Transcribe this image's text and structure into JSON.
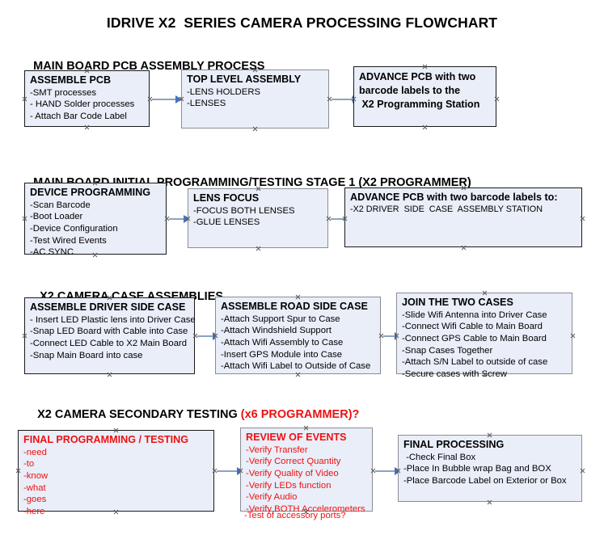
{
  "document": {
    "title": "IDRIVE X2  SERIES CAMERA PROCESSING FLOWCHART"
  },
  "colors": {
    "box_fill": "#e9eef8",
    "border_dark": "#1a1a1a",
    "border_gray": "#8a8d93",
    "accent_red": "#ee1111",
    "arrow_shaft": "#8aa4bf",
    "arrow_head": "#4472c4",
    "text": "#000000"
  },
  "sections": [
    {
      "id": "main-board-pcb-assembly",
      "heading": "MAIN BOARD PCB ASSEMBLY PROCESS",
      "heading_accent": "",
      "nodes": [
        {
          "id": "assemble-pcb",
          "title": "ASSEMBLE PCB",
          "lines": [
            "-SMT processes",
            "- HAND Solder processes",
            "- Attach Bar Code Label"
          ]
        },
        {
          "id": "top-level-assembly",
          "title": "TOP LEVEL ASSEMBLY",
          "lines": [
            "-LENS HOLDERS",
            "-LENSES"
          ]
        },
        {
          "id": "advance-pcb-to-programming-station",
          "title": "",
          "lines": [
            "ADVANCE PCB with two",
            "barcode labels to the",
            " X2 Programming Station"
          ]
        }
      ]
    },
    {
      "id": "main-board-initial-programming",
      "heading": "MAIN BOARD INITIAL PROGRAMMING/TESTING STAGE 1 (X2 PROGRAMMER)",
      "heading_accent": "",
      "nodes": [
        {
          "id": "device-programming",
          "title": "DEVICE PROGRAMMING",
          "lines": [
            "-Scan Barcode",
            "-Boot Loader",
            "-Device Configuration",
            "-Test Wired Events",
            "-AC SYNC"
          ]
        },
        {
          "id": "lens-focus",
          "title": "LENS FOCUS",
          "lines": [
            "-FOCUS BOTH LENSES",
            "-GLUE LENSES"
          ]
        },
        {
          "id": "advance-pcb-to-driver-side-case",
          "title": "ADVANCE PCB with two barcode labels to:",
          "lines": [
            "-X2 DRIVER  SIDE  CASE  ASSEMBLY STATION"
          ]
        }
      ]
    },
    {
      "id": "x2-camera-case-assemblies",
      "heading": "X2 CAMERA CASE ASSEMBLIES",
      "heading_accent": "",
      "nodes": [
        {
          "id": "assemble-driver-side-case",
          "title": "ASSEMBLE DRIVER SIDE CASE",
          "lines": [
            "- Insert LED Plastic lens into Driver Case",
            "-Snap LED Board with Cable into Case",
            "-Connect LED Cable to X2 Main Board",
            "-Snap Main Board into case"
          ]
        },
        {
          "id": "assemble-road-side-case",
          "title": "ASSEMBLE ROAD SIDE CASE",
          "lines": [
            "-Attach Support Spur to Case",
            "-Attach Windshield Support",
            "-Attach Wifi Assembly to Case",
            "-Insert GPS Module into Case",
            "-Attach Wifi Label to Outside of Case"
          ]
        },
        {
          "id": "join-the-two-cases",
          "title": "JOIN THE TWO CASES",
          "lines": [
            "-Slide Wifi Antenna into Driver Case",
            "-Connect Wifi Cable to Main Board",
            "-Connect GPS Cable to Main Board",
            "-Snap Cases Together",
            "-Attach S/N Label to outside of case",
            "-Secure cases with Screw"
          ]
        }
      ]
    },
    {
      "id": "x2-camera-secondary-testing",
      "heading": "X2 CAMERA SECONDARY TESTING ",
      "heading_accent": "(x6 PROGRAMMER)?",
      "nodes": [
        {
          "id": "final-programming-testing",
          "title": "FINAL PROGRAMMING / TESTING",
          "lines": [
            "-need",
            "-to",
            "-know",
            "-what",
            "-goes",
            "-here"
          ]
        },
        {
          "id": "review-of-events",
          "title": "REVIEW OF EVENTS",
          "lines": [
            "-Verify Transfer",
            "-Verify Correct Quantity",
            "-Verify Quality of Video",
            "-Verify LEDs function",
            "-Verify Audio",
            "-Verify BOTH Accelerometers"
          ],
          "overflow_line": "-Test of accessory ports?"
        },
        {
          "id": "final-processing",
          "title": "FINAL PROCESSING",
          "lines": [
            " -Check Final Box",
            "-Place In Bubble wrap Bag and BOX",
            "-Place Barcode Label on Exterior or Box"
          ]
        }
      ]
    }
  ]
}
